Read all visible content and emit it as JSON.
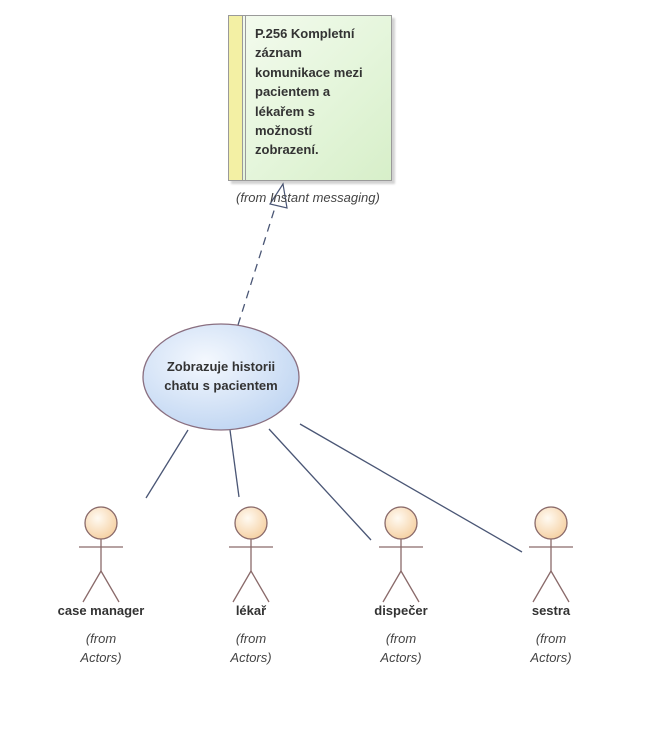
{
  "requirement": {
    "text": "P.256 Kompletní\nzáznam\nkomunikace mezi\npacientem a\nlékařem s\nmožností\nzobrazení.",
    "from": "(from Instant messaging)"
  },
  "use_case": {
    "label": "Zobrazuje historii\nchatu s pacientem"
  },
  "actors": [
    {
      "name": "case manager",
      "from": "(from\nActors)"
    },
    {
      "name": "lékař",
      "from": "(from\nActors)"
    },
    {
      "name": "dispečer",
      "from": "(from\nActors)"
    },
    {
      "name": "sestra",
      "from": "(from\nActors)"
    }
  ],
  "colors": {
    "line": "#4a5675",
    "actor_fill": "#fbe2c4",
    "actor_stroke": "#8a6a6a",
    "usecase_fill": "#cfe0f6"
  }
}
